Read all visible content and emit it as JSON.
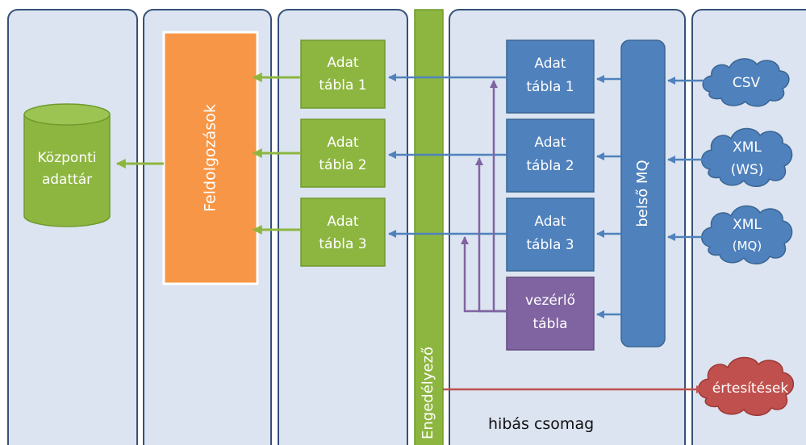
{
  "nodes": {
    "central_repo": {
      "line1": "Központi",
      "line2": "adattár"
    },
    "processing": {
      "label": "Feldolgozások"
    },
    "authorizer": {
      "label": "Engedélyező"
    },
    "left_tables": [
      {
        "line1": "Adat",
        "line2": "tábla 1"
      },
      {
        "line1": "Adat",
        "line2": "tábla 2"
      },
      {
        "line1": "Adat",
        "line2": "tábla 3"
      }
    ],
    "right_tables": [
      {
        "line1": "Adat",
        "line2": "tábla 1"
      },
      {
        "line1": "Adat",
        "line2": "tábla 2"
      },
      {
        "line1": "Adat",
        "line2": "tábla 3"
      }
    ],
    "control_table": {
      "line1": "vezérlő",
      "line2": "tábla"
    },
    "internal_mq": {
      "label": "belső MQ"
    },
    "sources": [
      {
        "line1": "CSV",
        "line2": ""
      },
      {
        "line1": "XML",
        "line2": "(WS)"
      },
      {
        "line1": "XML",
        "line2": "(MQ)"
      }
    ],
    "notifications": {
      "label": "értesítések"
    },
    "faulty_package": {
      "label": "hibás csomag"
    }
  },
  "colors": {
    "lane_fill": "#dbe4f0",
    "lane_border": "#36507a",
    "green": "#8db640",
    "green_border": "#6f9a2c",
    "orange": "#f79646",
    "blue": "#4f81bd",
    "blue_border": "#3a6593",
    "purple": "#8064a2",
    "red": "#c0504d",
    "arrow_green": "#8db640",
    "arrow_blue": "#4f81bd",
    "arrow_purple": "#8064a2",
    "arrow_red": "#c0504d"
  }
}
